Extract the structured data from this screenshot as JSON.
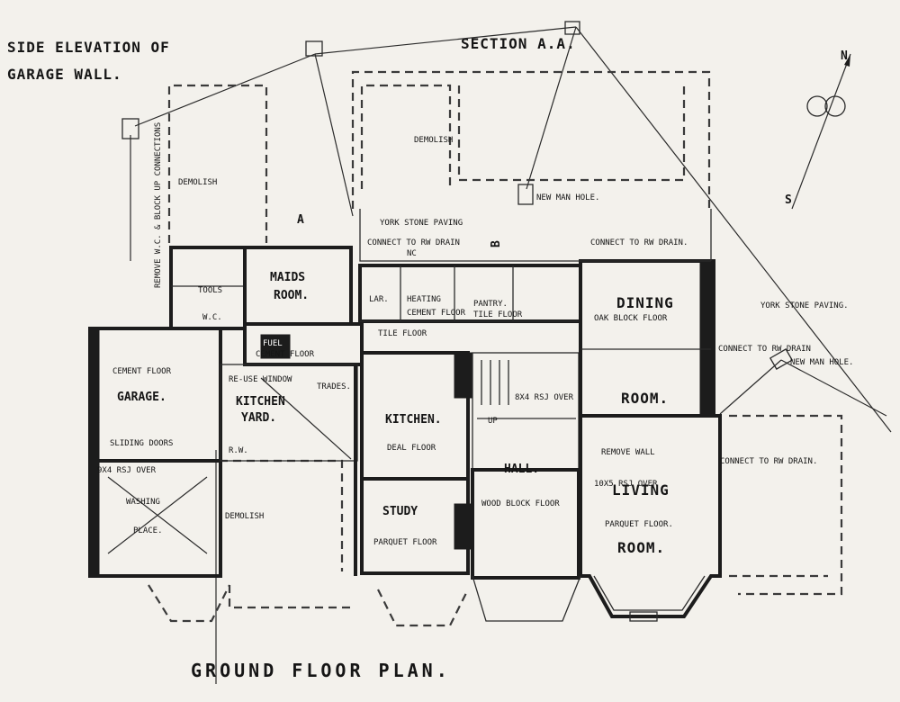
{
  "titles": {
    "side_elevation_line1": "SIDE ELEVATION OF",
    "side_elevation_line2": "GARAGE WALL.",
    "section": "SECTION A.A.",
    "plan_title": "GROUND FLOOR PLAN."
  },
  "rooms": {
    "maids_room_1": "MAIDS",
    "maids_room_2": "ROOM.",
    "tools": "TOOLS",
    "wc": "W.C.",
    "fuel": "FUEL",
    "fuel_floor": "CEMENT FLOOR",
    "garage_floor": "CEMENT FLOOR",
    "garage": "GARAGE.",
    "sliding_doors": "SLIDING DOORS",
    "washing_1": "WASHING",
    "washing_2": "PLACE.",
    "kitchen_yard_1": "KITCHEN",
    "kitchen_yard_2": "YARD.",
    "kitchen": "KITCHEN.",
    "kitchen_floor": "DEAL FLOOR",
    "study": "STUDY",
    "study_floor": "PARQUET FLOOR",
    "larder": "LAR.",
    "heating": "HEATING",
    "heating_floor": "CEMENT FLOOR",
    "pantry": "PANTRY.",
    "pantry_floor": "TILE FLOOR",
    "dining_1": "DINING",
    "dining_floor": "OAK BLOCK FLOOR",
    "dining_2": "ROOM.",
    "hall": "HALL.",
    "hall_floor": "WOOD BLOCK FLOOR",
    "living_1": "LIVING",
    "living_floor": "PARQUET FLOOR.",
    "living_2": "ROOM."
  },
  "notes": {
    "demolish_top": "DEMOLISH",
    "demolish_left": "DEMOLISH",
    "demolish_bottom": "DEMOLISH",
    "york_paving_top": "YORK STONE PAVING",
    "york_paving_right": "YORK STONE PAVING.",
    "connect_rw_1": "CONNECT TO RW DRAIN",
    "connect_rw_2": "CONNECT TO RW DRAIN.",
    "connect_rw_3": "CONNECT TO RW DRAIN",
    "connect_rw_4": "CONNECT TO RW DRAIN.",
    "new_manhole_1": "NEW MAN HOLE.",
    "new_manhole_2": "NEW MAN HOLE.",
    "tile_floor": "TILE FLOOR",
    "reuse_window": "RE-USE WINDOW",
    "trades": "TRADES.",
    "rsj_left": "9X4 RSJ OVER",
    "rsj_hall": "8X4 RSJ OVER",
    "rsj_living": "10X5 RSJ OVER",
    "remove_wall": "REMOVE WALL",
    "remove_wc": "REMOVE W.C. & BLOCK UP CONNECTIONS",
    "rw": "R.W.",
    "nc": "NC",
    "up": "UP",
    "section_mark_a": "A",
    "section_mark_b": "B"
  },
  "compass": {
    "north": "N",
    "south": "S"
  }
}
